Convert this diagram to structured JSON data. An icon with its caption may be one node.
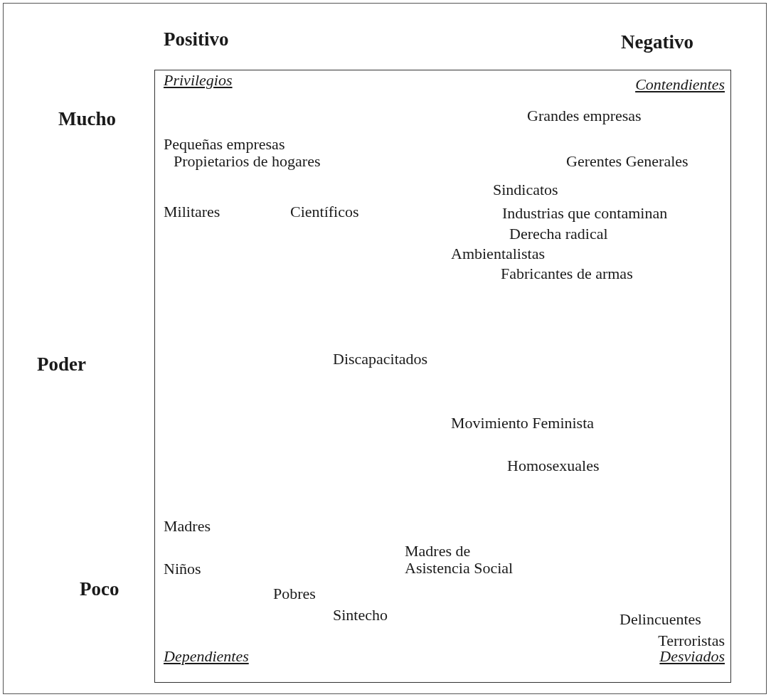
{
  "diagram": {
    "nodes": [
      {
        "text": [
          "Privilegios",
          "Contendientes",
          "Grandes empresas",
          "Pequeñas empresas",
          "Propietarios de hogares",
          "Gerentes Generales",
          "Sindicatos",
          "Militares",
          "Científicos",
          "Industrias que contaminan",
          "Derecha radical",
          "Ambientalistas",
          "Fabricantes de armas",
          "Discapacitados",
          "Movimiento Feminista",
          "Homosexuales",
          "Madres",
          "Madres de Asistencia Social",
          "Niños",
          "Pobres",
          "Sintecho",
          "Delincuentes",
          "Terroristas",
          "Dependientes",
          "Desviados"
        ]
      }
    ],
    "edges": [],
    "labels": [
      "Positivo",
      "Negativo",
      "Mucho",
      "Poder",
      "Poco"
    ]
  }
}
